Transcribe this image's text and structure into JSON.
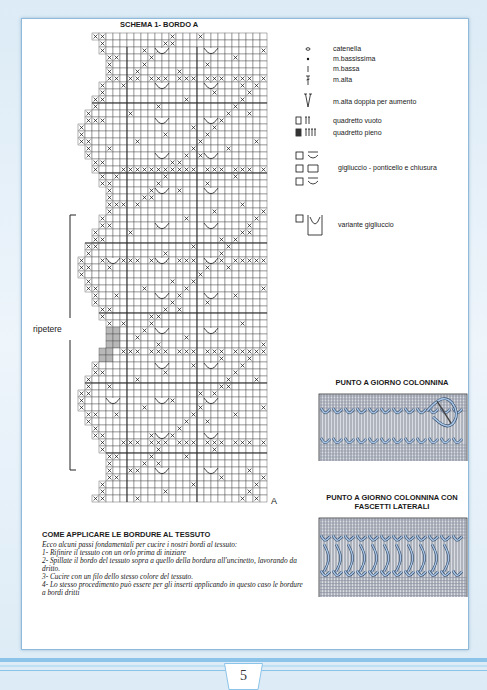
{
  "diagram": {
    "title": "SCHEMA 1- BORDO A",
    "nodes": [
      {
        "text": [
          "PUNTO A GIORNO COLONNINA"
        ]
      },
      {
        "text": [
          "PUNTO A GIORNO COLONNINA CON FASCETTI LATERALI"
        ]
      },
      {
        "text": [
          "5"
        ]
      }
    ],
    "labels": [
      "ripetere",
      "A",
      "COME APPLICARE LE BORDURE AL TESSUTO",
      "Ecco alcuni passi fondamentali per cucire i nostri bordi al tessuto:",
      "1- Rifinire il tessuto con un orlo prima di iniziare",
      "2- Spillate il bordo del tessuto sopra a quello della bordura all'uncinetto, lavorando da dritto.",
      "3- Cucire con un filo dello stesso colore del tessuto.",
      "4- Lo stesso procedimento può essere per gli inserti applicando in questo caso le bordure a bordi dritti"
    ],
    "legend": [
      {
        "text": "catenella"
      },
      {
        "text": "m.bassissima"
      },
      {
        "text": "m.bassa"
      },
      {
        "text": "m.alta"
      },
      {
        "text": "m.alta doppia per aumento"
      },
      {
        "text": "quadretto vuoto"
      },
      {
        "text": "quadretto pieno"
      },
      {
        "text": "gigliuccio - ponticello e chiusura"
      },
      {
        "text": "variante gigliuccio"
      }
    ]
  }
}
